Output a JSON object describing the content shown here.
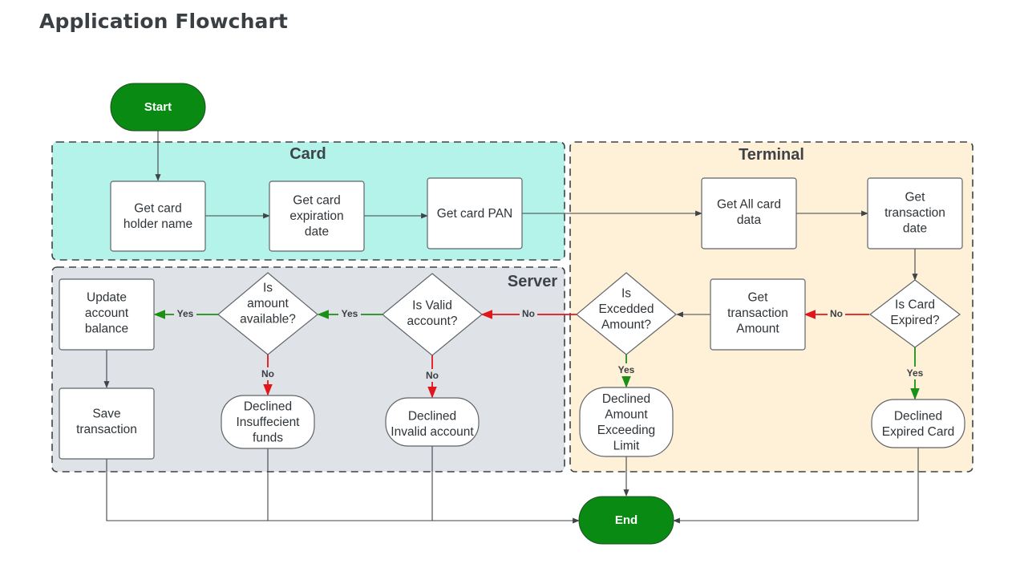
{
  "page": {
    "title": "Application Flowchart"
  },
  "colors": {
    "card_zone": "#b4f3ea",
    "terminal_zone": "#fff1d7",
    "server_zone": "#dfe2e7",
    "terminator": "#098b13",
    "yes_edge": "#1b8f16",
    "no_edge": "#e0161b",
    "neutral_edge": "#3f4448"
  },
  "zones": {
    "card": "Card",
    "terminal": "Terminal",
    "server": "Server"
  },
  "nodes": {
    "start": "Start",
    "end": "End",
    "get_card_holder_name": [
      "Get card",
      "holder name"
    ],
    "get_card_expiration_date": [
      "Get card",
      "expiration",
      "date"
    ],
    "get_card_pan": [
      "Get card PAN"
    ],
    "get_all_card_data": [
      "Get All card",
      "data"
    ],
    "get_transaction_date": [
      "Get",
      "transaction",
      "date"
    ],
    "is_card_expired": [
      "Is Card",
      "Expired?"
    ],
    "get_transaction_amount": [
      "Get",
      "transaction",
      "Amount"
    ],
    "is_exceeded_amount": [
      "Is",
      "Excedded",
      "Amount?"
    ],
    "is_valid_account": [
      "Is Valid",
      "account?"
    ],
    "is_amount_available": [
      "Is",
      "amount",
      "available?"
    ],
    "update_account_balance": [
      "Update",
      "account",
      "balance"
    ],
    "save_transaction": [
      "Save",
      "transaction"
    ],
    "declined_insufficient_funds": [
      "Declined",
      "Insuffecient",
      "funds"
    ],
    "declined_invalid_account": [
      "Declined",
      "Invalid account"
    ],
    "declined_amount_exceeding_limit": [
      "Declined",
      "Amount",
      "Exceeding",
      "Limit"
    ],
    "declined_expired_card": [
      "Declined",
      "Expired Card"
    ]
  },
  "edge_labels": {
    "yes": "Yes",
    "no": "No"
  }
}
